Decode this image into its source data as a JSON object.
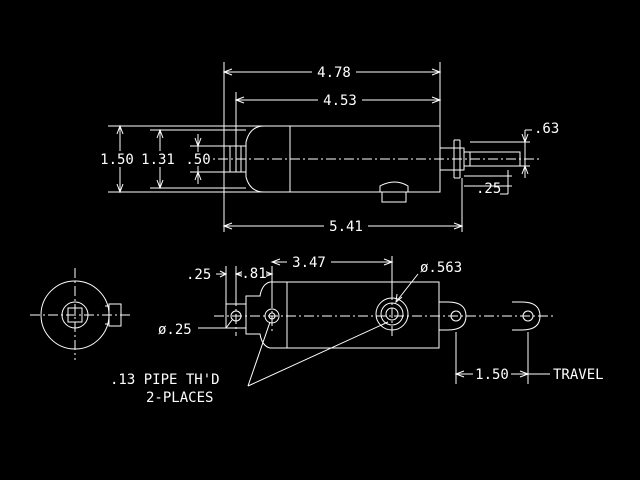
{
  "drawing": {
    "top_view": {
      "overall_length": "4.78",
      "body_length": "4.53",
      "total_length": "5.41",
      "outer_dia": "1.50",
      "inner_dia": "1.31",
      "end_dia": ".50",
      "rod_dim": ".63",
      "rod_offset": ".25"
    },
    "side_view": {
      "mount_offset": ".25",
      "port_offset": ".81",
      "port_spacing": "3.47",
      "port_dia": "ø.563",
      "pin_dia": "ø.25",
      "stroke": "1.50",
      "travel_label": "TRAVEL",
      "note_line1": ".13 PIPE TH'D",
      "note_line2": "2-PLACES"
    }
  },
  "colors": {
    "background": "#000000",
    "line": "#ffffff"
  }
}
